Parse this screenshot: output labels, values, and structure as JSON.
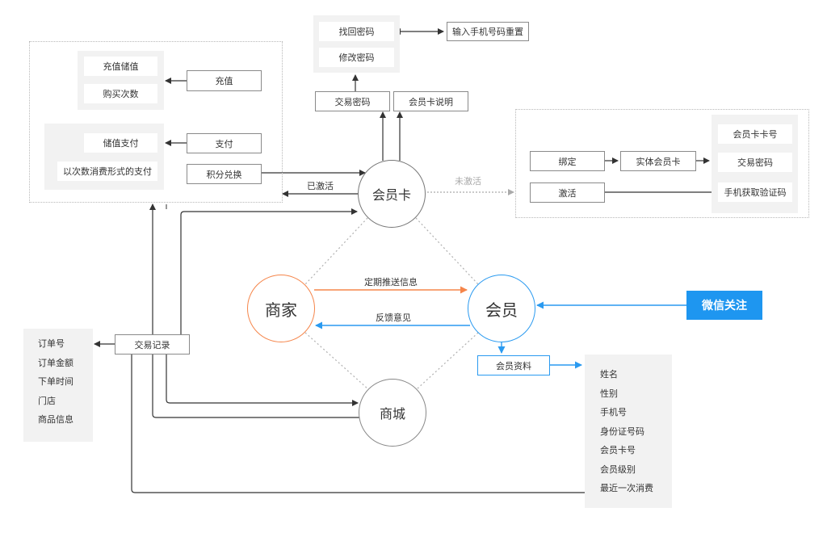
{
  "nodes": {
    "member_card": "会员卡",
    "merchant": "商家",
    "member": "会员",
    "mall": "商城",
    "wechat_follow": "微信关注"
  },
  "edge_labels": {
    "activated": "已激活",
    "not_activated": "未激活",
    "push_info": "定期推送信息",
    "feedback": "反馈意见"
  },
  "left_region": {
    "recharge_results": [
      "充值储值",
      "购买次数"
    ],
    "recharge": "充值",
    "pay_results": [
      "储值支付",
      "以次数消费形式的支付"
    ],
    "pay": "支付",
    "points_exchange": "积分兑换"
  },
  "top_region": {
    "password_actions": [
      "找回密码",
      "修改密码"
    ],
    "reset_by_phone": "输入手机号码重置",
    "trade_password": "交易密码",
    "card_description": "会员卡说明"
  },
  "right_region": {
    "bind": "绑定",
    "physical_card": "实体会员卡",
    "activate": "激活",
    "bind_fields": [
      "会员卡卡号",
      "交易密码",
      "手机获取验证码"
    ]
  },
  "member_profile": {
    "title": "会员资料",
    "fields": [
      "姓名",
      "性别",
      "手机号",
      "身份证号码",
      "会员卡号",
      "会员级别",
      "最近一次消费"
    ]
  },
  "transaction": {
    "title": "交易记录",
    "fields": [
      "订单号",
      "订单金额",
      "下单时间",
      "门店",
      "商品信息"
    ]
  },
  "colors": {
    "merchant": "#f5854a",
    "member": "#2a9af0",
    "wechat": "#1e96f0",
    "line": "#333333",
    "dotted": "#b0b0b0"
  }
}
